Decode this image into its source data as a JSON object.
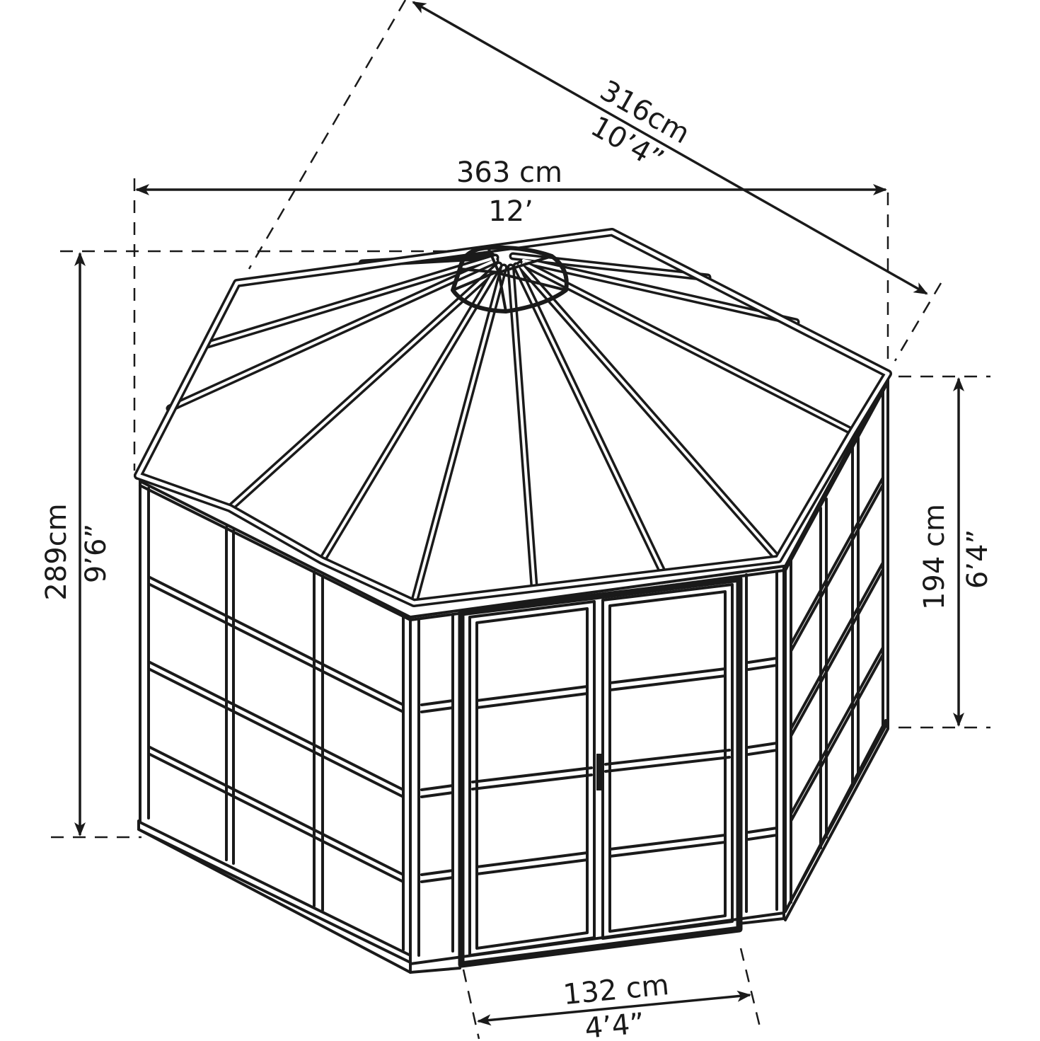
{
  "dimensions": {
    "diagonal_width": {
      "metric": "316cm",
      "imperial": "10’4”"
    },
    "overall_width": {
      "metric": "363 cm",
      "imperial": "12’"
    },
    "overall_height": {
      "metric": "289cm",
      "imperial": "9’6”"
    },
    "wall_height": {
      "metric": "194 cm",
      "imperial": "6’4”"
    },
    "door_width": {
      "metric": "132 cm",
      "imperial": "4’4”"
    }
  },
  "colors": {
    "line": "#1a1a1a",
    "background": "#ffffff"
  }
}
